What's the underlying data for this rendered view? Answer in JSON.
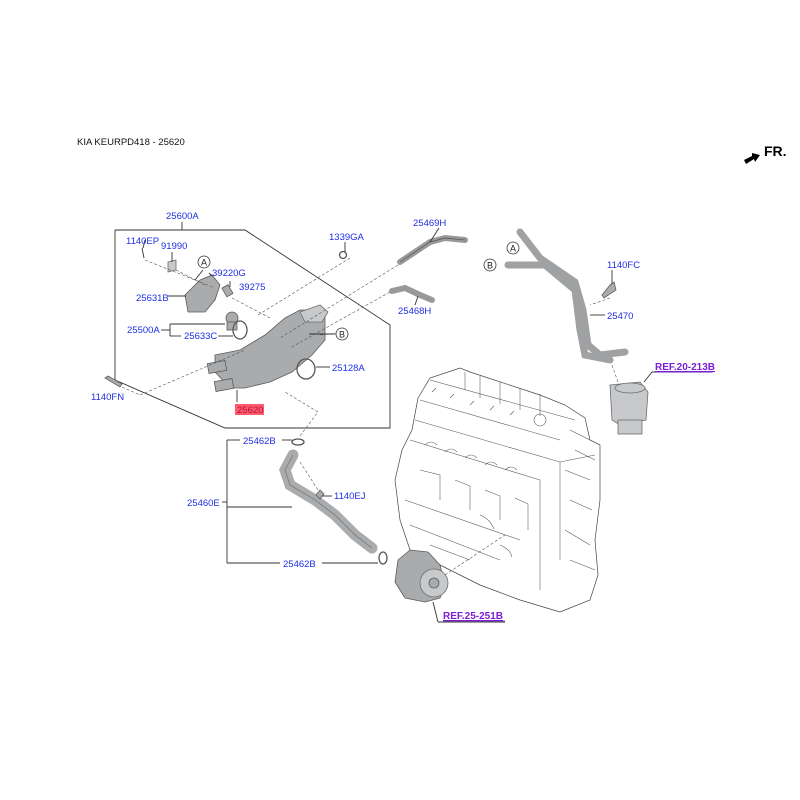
{
  "header": {
    "title": "KIA KEURPD418 - 25620",
    "direction_label": "FR."
  },
  "callouts": {
    "A": "A",
    "B": "B"
  },
  "parts": {
    "p25600A": "25600A",
    "p1140EP": "1140EP",
    "p91990": "91990",
    "p39220G": "39220G",
    "p39275": "39275",
    "p25631B": "25631B",
    "p25500A": "25500A",
    "p25633C": "25633C",
    "p25128A": "25128A",
    "p25620": "25620",
    "p1140FN": "1140FN",
    "p1339GA": "1339GA",
    "p25469H": "25469H",
    "p25468H": "25468H",
    "p1140FC": "1140FC",
    "p25470": "25470",
    "p25462B_top": "25462B",
    "p25460E": "25460E",
    "p1140EJ": "1140EJ",
    "p25462B_bottom": "25462B"
  },
  "references": {
    "ref_20_213B": "REF.20-213B",
    "ref_25_251B": "REF.25-251B"
  },
  "highlight": {
    "selected_part": "25620",
    "color": "#ff5a6e"
  },
  "colors": {
    "part_label": "#1f2ee6",
    "reference_label": "#7a1fd6"
  }
}
